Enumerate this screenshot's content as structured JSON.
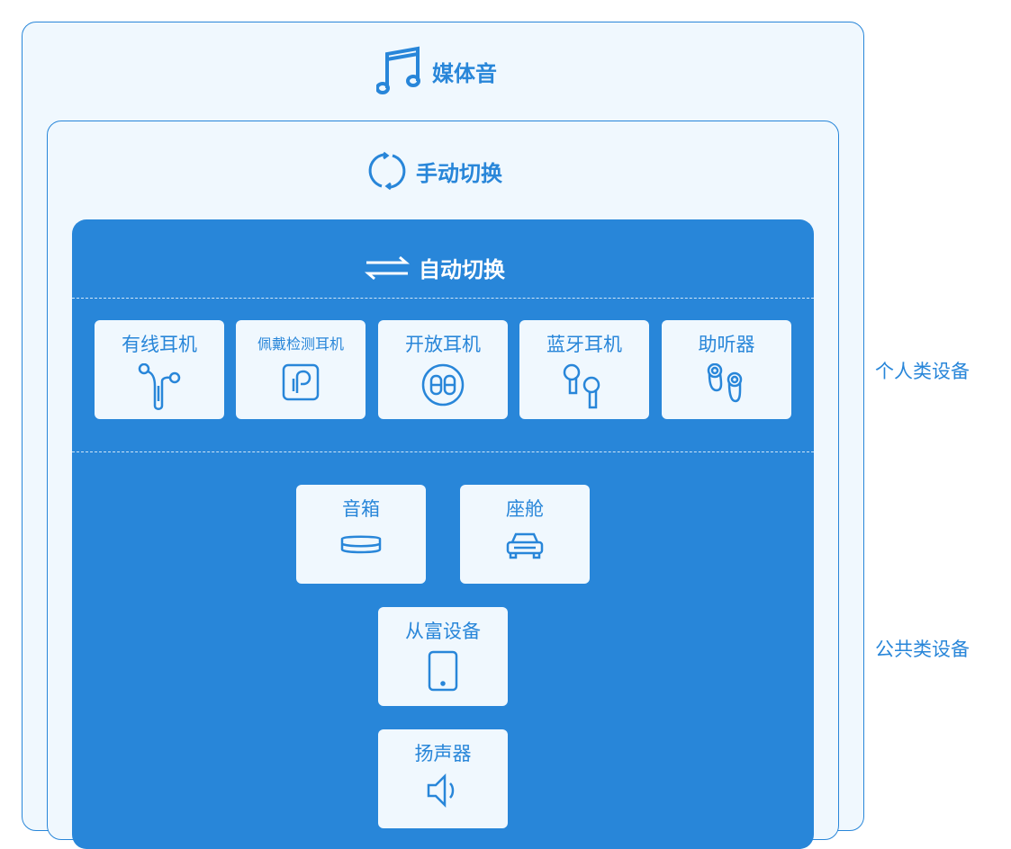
{
  "media": {
    "title": "媒体音",
    "icon": "music-note-icon"
  },
  "manual": {
    "title": "手动切换",
    "icon": "refresh-icon"
  },
  "auto": {
    "title": "自动切换",
    "icon": "swap-arrows-icon"
  },
  "personal": {
    "label": "个人类设备",
    "devices": [
      {
        "label": "有线耳机",
        "icon": "wired-earphones-icon"
      },
      {
        "label": "佩戴检测耳机",
        "icon": "wear-detection-icon"
      },
      {
        "label": "开放耳机",
        "icon": "open-earbuds-icon"
      },
      {
        "label": "蓝牙耳机",
        "icon": "bluetooth-earbuds-icon"
      },
      {
        "label": "助听器",
        "icon": "hearing-aid-icon"
      }
    ]
  },
  "public": {
    "label": "公共类设备",
    "devices": [
      {
        "label": "音箱",
        "icon": "speaker-box-icon"
      },
      {
        "label": "座舱",
        "icon": "car-icon"
      },
      {
        "label": "从富设备",
        "icon": "tablet-icon"
      },
      {
        "label": "扬声器",
        "icon": "loudspeaker-icon"
      }
    ]
  },
  "colors": {
    "accent": "#2886d9",
    "panel": "#f0f8fe"
  }
}
